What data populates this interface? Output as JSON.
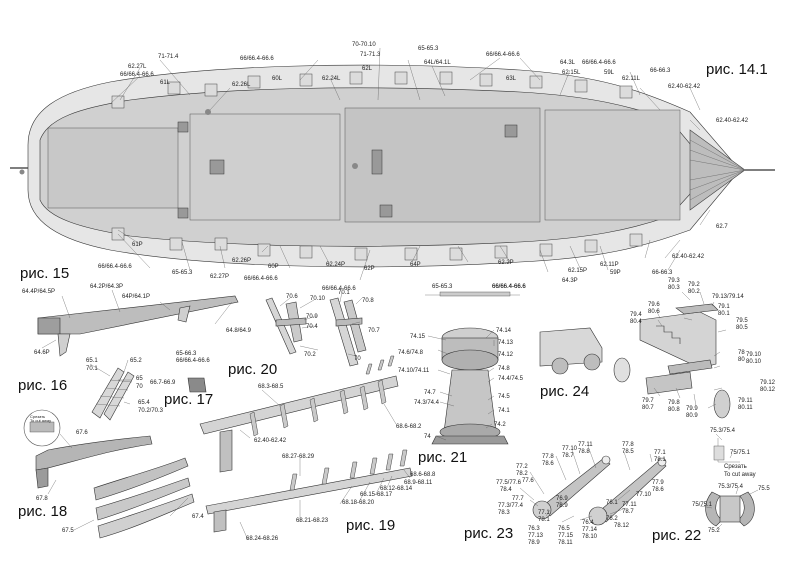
{
  "figures": {
    "f14": "рис. 14.1",
    "f15": "рис. 15",
    "f16": "рис. 16",
    "f17": "рис. 17",
    "f18": "рис. 18",
    "f19": "рис. 19",
    "f20": "рис. 20",
    "f21": "рис. 21",
    "f22": "рис. 22",
    "f23": "рис. 23",
    "f24": "рис. 24"
  },
  "hull_top_labels": [
    "71-71.4",
    "62.27L",
    "66/66.4-66.6",
    "61L",
    "62.26L",
    "66/66.4-66.6",
    "60L",
    "62.24L",
    "70-70.10",
    "71-71.3",
    "62L",
    "65-65.3",
    "64L/64.1L",
    "66/66.4-66.6",
    "64.3L",
    "62.15L",
    "63L",
    "66/66.4-66.6",
    "59L",
    "62.11L",
    "66-66.3",
    "62.40-62.42",
    "62.40-62.42"
  ],
  "hull_bottom_labels": [
    "61P",
    "66/66.4-66.6",
    "65-65.3",
    "62.27P",
    "62.26P",
    "60P",
    "66/66.4-66.6",
    "62.24P",
    "66/66.4-66.6",
    "62P",
    "64P",
    "62.2P",
    "66/66.4-66.6",
    "64.3P",
    "62.15P",
    "59P",
    "62.11P",
    "66-66.3",
    "62.40-62.42",
    "62.7"
  ],
  "hull_mid_labels": [
    "65-65.3",
    "66/66.4-66.6"
  ],
  "f15_labels": [
    "64.4P/64.5P",
    "64.2P/64.3P",
    "64P/64.1P",
    "64.6P",
    "64.8/64.9"
  ],
  "f16_labels": [
    "65.1",
    "70.1",
    "65.2",
    "65",
    "70",
    "65.4",
    "70.2/70.3"
  ],
  "f17_labels": [
    "65-66.3",
    "66/66.4-66.6",
    "66.7-66.9"
  ],
  "f18_labels": [
    "67.6",
    "67.8",
    "67.5",
    "67.4"
  ],
  "f18_inset": [
    "Срезать",
    "To cut away"
  ],
  "f19_labels": [
    "68.3-68.5",
    "68.6-68.2",
    "62.40-62.42",
    "68.27-68.29",
    "68.6-68.8",
    "68.9-68.11",
    "68.12-68.14",
    "68.15-68.17",
    "68.18-68.20",
    "68.21-68.23",
    "68.24-68.26"
  ],
  "f20_labels": [
    "70.6",
    "70.10",
    "70.1",
    "70.8",
    "70.9",
    "70.4",
    "70.7",
    "70.2",
    "70"
  ],
  "f21_labels": [
    "74.15",
    "74.14",
    "74.13",
    "74.12",
    "74.6/74.8",
    "74.10/74.11",
    "74.8",
    "74.4/74.5",
    "74.7",
    "74.3/74.4",
    "74.5",
    "74.1",
    "74.2",
    "74"
  ],
  "f22_labels": [
    "75.3/75.4",
    "75/75.1",
    "Срезать",
    "To cut away",
    "75.3/75.4",
    "75.5",
    "75/75.1",
    "75.2"
  ],
  "f23_labels": [
    "77.8",
    "78.6",
    "77.10",
    "78.7",
    "77.11",
    "78.8",
    "77.8",
    "78.5",
    "77.1",
    "78.1",
    "77.2",
    "78.2",
    "77.6",
    "77.5/77.6",
    "78.4",
    "77.7",
    "77.3/77.4",
    "78.3",
    "76.9",
    "78.9",
    "77.1",
    "78.1",
    "77.9",
    "78.6",
    "77.10",
    "77.11",
    "78.7",
    "76.1",
    "76.2",
    "78.12",
    "76.3",
    "77.13",
    "78.9",
    "76.4",
    "77.14",
    "78.10",
    "76.5",
    "77.15",
    "78.11"
  ],
  "f24_labels": [
    "79.3",
    "80.3",
    "79.2",
    "80.2",
    "79.13/79.14",
    "79.6",
    "80.6",
    "79.1",
    "80.1",
    "79.4",
    "80.4",
    "79.5",
    "80.5",
    "78",
    "80",
    "79.10",
    "80.10",
    "79.12",
    "80.12",
    "79.7",
    "80.7",
    "79.8",
    "80.8",
    "79.9",
    "80.9",
    "79.11",
    "80.11"
  ]
}
